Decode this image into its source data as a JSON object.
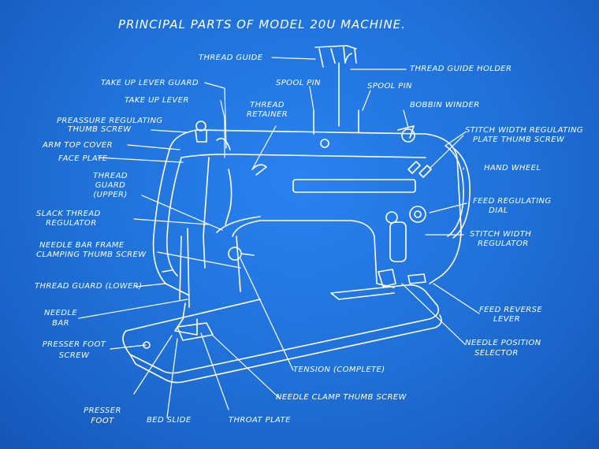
{
  "title": "PRINCIPAL PARTS OF MODEL 20U MACHINE.",
  "labels": {
    "thread_guide": "THREAD GUIDE",
    "thread_guide_holder": "THREAD GUIDE HOLDER",
    "take_up_lever_guard": "TAKE UP LEVER GUARD",
    "spool_pin_left": "SPOOL PIN",
    "spool_pin_right": "SPOOL PIN",
    "take_up_lever": "TAKE UP LEVER",
    "thread_retainer_1": "THREAD",
    "thread_retainer_2": "RETAINER",
    "bobbin_winder": "BOBBIN WINDER",
    "pressure_regulating_1": "PREASSURE REGULATING",
    "pressure_regulating_2": "THUMB SCREW",
    "stitch_width_plate_1": "STITCH WIDTH REGULATING",
    "stitch_width_plate_2": "PLATE THUMB SCREW",
    "arm_top_cover": "ARM TOP COVER",
    "face_plate": "FACE PLATE",
    "hand_wheel": "HAND WHEEL",
    "thread_guard_upper_1": "THREAD",
    "thread_guard_upper_2": "GUARD",
    "thread_guard_upper_3": "(UPPER)",
    "feed_regulating_1": "FEED REGULATING",
    "feed_regulating_2": "DIAL",
    "slack_thread_1": "SLACK THREAD",
    "slack_thread_2": "REGULATOR",
    "stitch_width_reg_1": "STITCH WIDTH",
    "stitch_width_reg_2": "REGULATOR",
    "needle_bar_frame_1": "NEEDLE BAR FRAME",
    "needle_bar_frame_2": "CLAMPING THUMB SCREW",
    "thread_guard_lower": "THREAD GUARD (LOWER)",
    "needle_bar_1": "NEEDLE",
    "needle_bar_2": "BAR",
    "feed_reverse_1": "FEED REVERSE",
    "feed_reverse_2": "LEVER",
    "presser_foot_screw_1": "PRESSER FOOT",
    "presser_foot_screw_2": "SCREW",
    "needle_position_1": "NEEDLE POSITION",
    "needle_position_2": "SELECTOR",
    "tension": "TENSION (COMPLETE)",
    "needle_clamp": "NEEDLE CLAMP THUMB SCREW",
    "presser_foot_1": "PRESSER",
    "presser_foot_2": "FOOT",
    "bed_slide": "BED SLIDE",
    "throat_plate": "THROAT PLATE"
  },
  "colors": {
    "background": "#1f6fd6",
    "ink": "#ffffff"
  }
}
